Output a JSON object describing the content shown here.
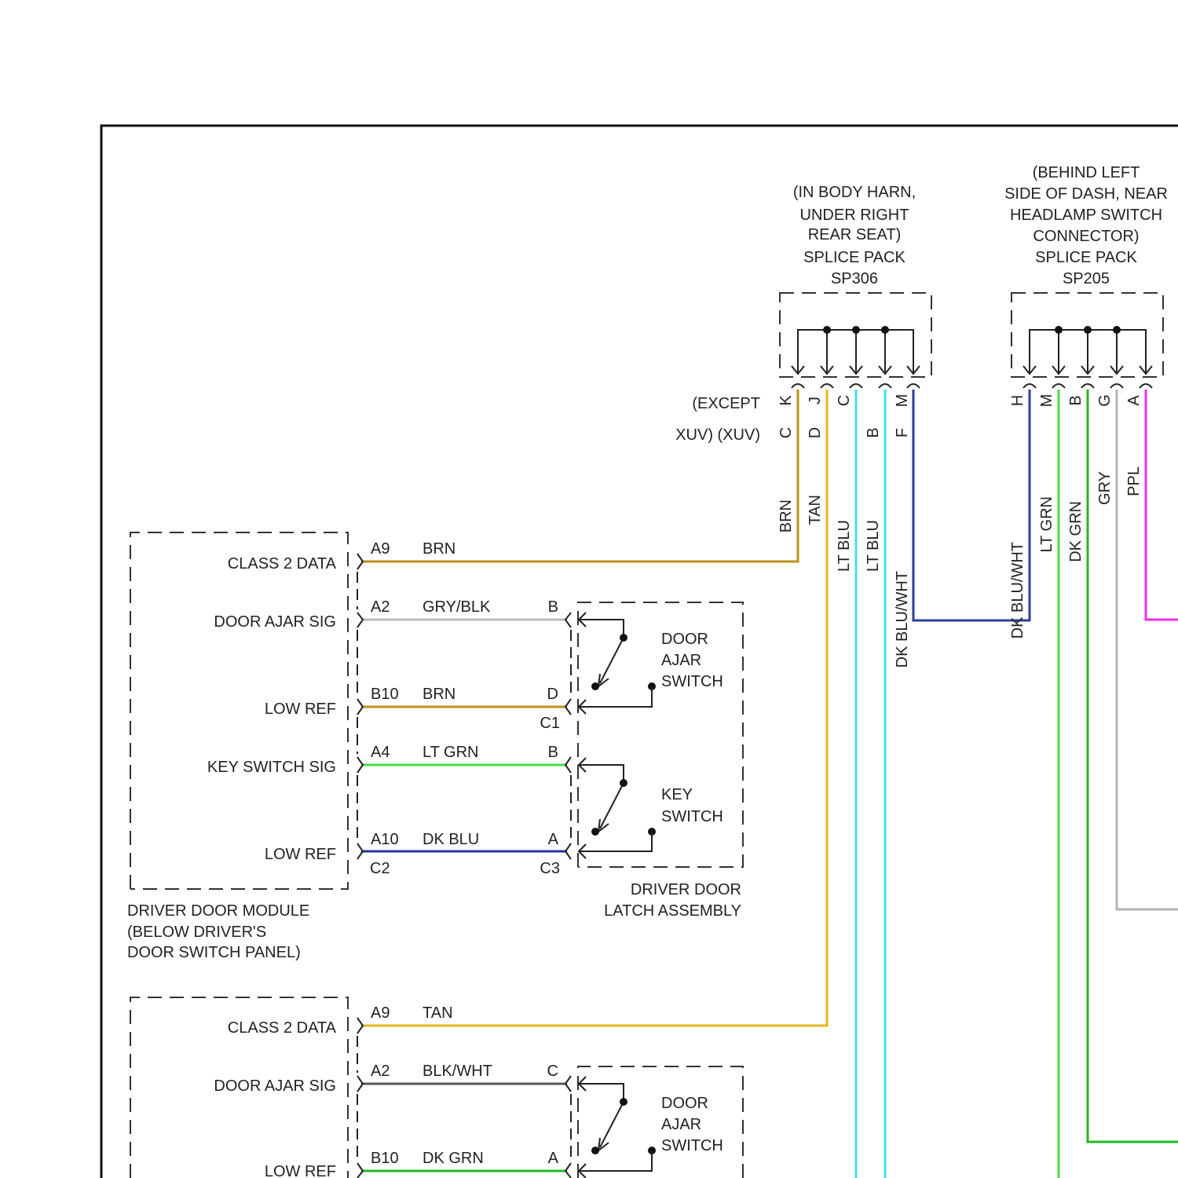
{
  "colors": {
    "brn": "#b8931a",
    "tan": "#e5b520",
    "lt_blu": "#43e0ea",
    "dk_blu_wht": "#2a3f9e",
    "lt_grn": "#45e045",
    "dk_grn": "#22b822",
    "gry": "#b4b4b4",
    "ppl": "#ee2ee8",
    "gry_blk": "#b8b8b8",
    "dk_blu": "#1c35a0",
    "blk_wht": "#555555"
  },
  "sp306": {
    "location": [
      "(IN BODY HARN,",
      "UNDER RIGHT",
      "REAR SEAT)"
    ],
    "type": "SPLICE PACK",
    "id": "SP306",
    "pins_top": [
      "K",
      "J",
      "C",
      "M"
    ],
    "pins_second": [
      "C",
      "D",
      "B",
      "F"
    ],
    "except_label": "(EXCEPT",
    "xuv_label": "XUV) (XUV)",
    "wires": [
      "BRN",
      "TAN",
      "LT BLU",
      "LT BLU",
      "DK BLU/WHT"
    ]
  },
  "sp205": {
    "location": [
      "(BEHIND LEFT",
      "SIDE OF DASH, NEAR",
      "HEADLAMP SWITCH",
      "CONNECTOR)"
    ],
    "type": "SPLICE PACK",
    "id": "SP205",
    "pins": [
      "H",
      "M",
      "B",
      "G",
      "A"
    ],
    "wires": [
      "DK BLU/WHT",
      "LT GRN",
      "DK GRN",
      "GRY",
      "PPL"
    ]
  },
  "driver_module": {
    "circuits": [
      {
        "name": "CLASS 2 DATA",
        "pin": "A9",
        "wire": "BRN"
      },
      {
        "name": "DOOR AJAR SIG",
        "pin": "A2",
        "wire": "GRY/BLK",
        "latch_pin": "B"
      },
      {
        "name": "LOW REF",
        "pin": "B10",
        "wire": "BRN",
        "latch_pin": "D",
        "latch_conn": "C1"
      },
      {
        "name": "KEY SWITCH SIG",
        "pin": "A4",
        "wire": "LT GRN",
        "latch_pin": "B"
      },
      {
        "name": "LOW REF",
        "pin": "A10",
        "wire": "DK BLU",
        "latch_pin": "A",
        "latch_conn": "C3"
      }
    ],
    "connector": "C2",
    "caption": [
      "DRIVER DOOR MODULE",
      "(BELOW DRIVER'S",
      "DOOR SWITCH PANEL)"
    ]
  },
  "driver_latch": {
    "door_switch": [
      "DOOR",
      "AJAR",
      "SWITCH"
    ],
    "key_switch": [
      "KEY",
      "SWITCH"
    ],
    "caption": [
      "DRIVER DOOR",
      "LATCH ASSEMBLY"
    ]
  },
  "second_module": {
    "circuits": [
      {
        "name": "CLASS 2 DATA",
        "pin": "A9",
        "wire": "TAN"
      },
      {
        "name": "DOOR AJAR SIG",
        "pin": "A2",
        "wire": "BLK/WHT",
        "latch_pin": "C"
      },
      {
        "name": "LOW REF",
        "pin": "B10",
        "wire": "DK GRN",
        "latch_pin": "A"
      }
    ]
  },
  "second_latch": {
    "door_switch": [
      "DOOR",
      "AJAR",
      "SWITCH"
    ]
  }
}
